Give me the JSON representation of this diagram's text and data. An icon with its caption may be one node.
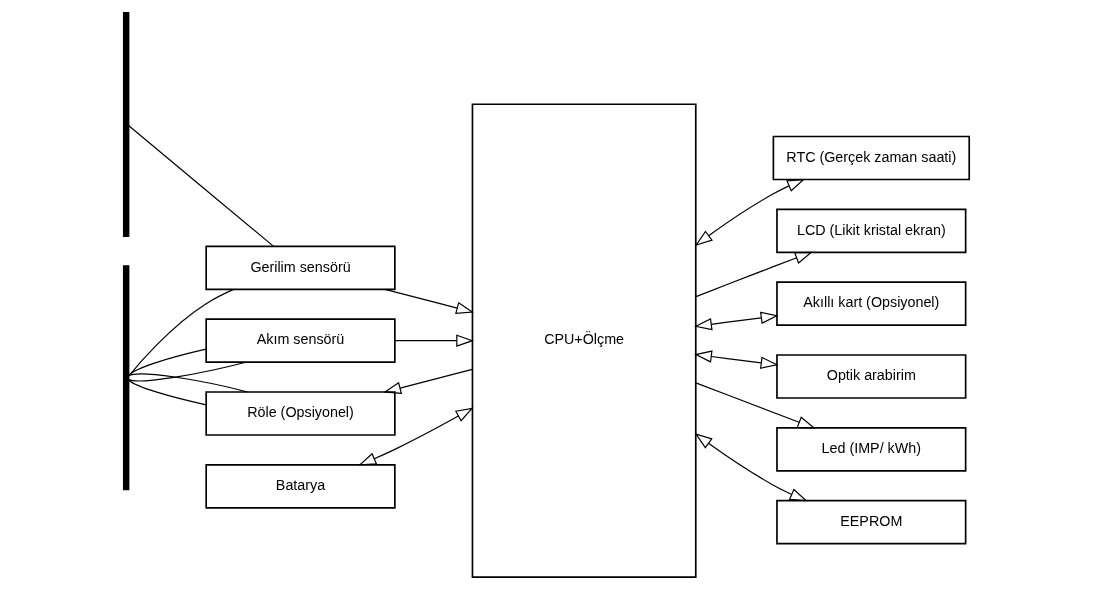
{
  "diagram": {
    "nodes": [
      {
        "text": [],
        "shape": "bar"
      },
      {
        "text": [],
        "shape": "bar"
      },
      {
        "text": [
          "Gerilim sensörü"
        ]
      },
      {
        "text": [
          "Akım sensörü"
        ]
      },
      {
        "text": [
          "Batarya"
        ]
      },
      {
        "text": [
          "Röle (Opsiyonel)"
        ]
      },
      {
        "text": [
          "CPU+Ölçme"
        ]
      },
      {
        "text": [
          "RTC (Gerçek zaman saati)"
        ]
      },
      {
        "text": [
          "LCD (Likit kristal ekran)"
        ]
      },
      {
        "text": [
          "Akıllı kart (Opsiyonel)"
        ]
      },
      {
        "text": [
          "Optik arabirim"
        ]
      },
      {
        "text": [
          "Led (IMP/ kWh)"
        ]
      },
      {
        "text": [
          "EEPROM"
        ]
      }
    ],
    "edges": [
      {
        "from": 0,
        "to": 2,
        "arrow": "none"
      },
      {
        "from": 1,
        "to": 2,
        "arrow": "none"
      },
      {
        "from": 1,
        "to": 3,
        "arrow": "none"
      },
      {
        "from": 1,
        "to": 3,
        "arrow": "none"
      },
      {
        "from": 1,
        "to": 5,
        "arrow": "none"
      },
      {
        "from": 1,
        "to": 5,
        "arrow": "none"
      },
      {
        "from": 2,
        "to": 6,
        "arrow": "to"
      },
      {
        "from": 3,
        "to": 6,
        "arrow": "to"
      },
      {
        "from": 4,
        "to": 6,
        "arrow": "both"
      },
      {
        "from": 6,
        "to": 5,
        "arrow": "to"
      },
      {
        "from": 6,
        "to": 7,
        "arrow": "both"
      },
      {
        "from": 6,
        "to": 8,
        "arrow": "to"
      },
      {
        "from": 6,
        "to": 9,
        "arrow": "both"
      },
      {
        "from": 6,
        "to": 10,
        "arrow": "both"
      },
      {
        "from": 6,
        "to": 11,
        "arrow": "to"
      },
      {
        "from": 6,
        "to": 12,
        "arrow": "both"
      }
    ]
  }
}
